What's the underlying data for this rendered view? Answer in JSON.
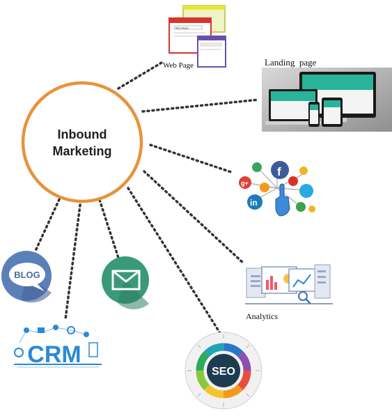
{
  "center": {
    "line1": "Inbound",
    "line2": "Marketing",
    "ring_color": "#e8923a"
  },
  "nodes": {
    "web_page": {
      "label": "Web Page",
      "url_text": "http://www"
    },
    "landing_page": {
      "label": "Landing  page"
    },
    "social_media": {
      "label": ""
    },
    "analytics": {
      "label": "Analytics"
    },
    "seo": {
      "label": "SEO"
    },
    "email": {
      "label": ""
    },
    "blog": {
      "label": "BLOG"
    },
    "crm": {
      "label": "CRM"
    }
  },
  "icons": {
    "web_page": "browser-windows-icon",
    "landing_page": "responsive-devices-icon",
    "social_media": "social-network-icon",
    "analytics": "analytics-dashboard-icon",
    "seo": "seo-wheel-icon",
    "email": "email-envelope-icon",
    "blog": "blog-speech-bubble-icon",
    "crm": "crm-network-icon"
  },
  "colors": {
    "connector": "#333333",
    "blog_bg": "#5b7fb8",
    "email_bg": "#3a9a78",
    "crm_blue": "#2a8ad6",
    "seo_dark": "#1d3c4f"
  }
}
